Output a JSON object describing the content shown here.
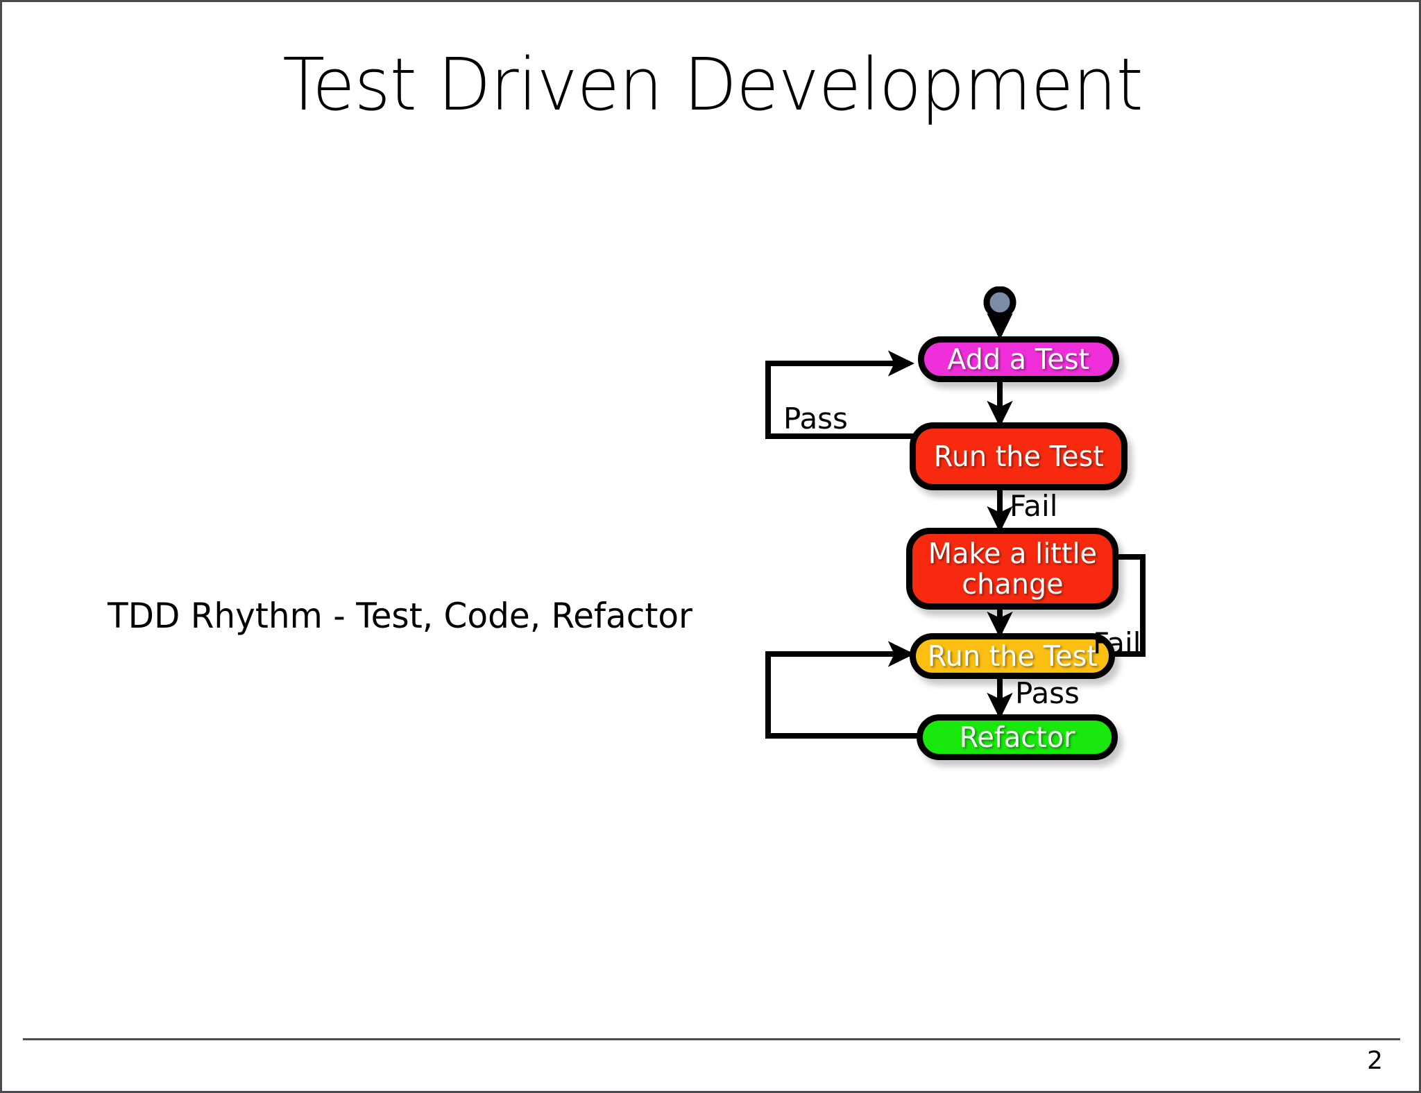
{
  "slide": {
    "title": "Test Driven Development",
    "caption": "TDD Rhythm - Test, Code, Refactor",
    "page_number": "2",
    "background_color": "#ffffff",
    "border_color": "#4a4a4f"
  },
  "diagram": {
    "type": "flowchart",
    "start_node": {
      "name": "start",
      "shape": "circle",
      "fill_color": "#7b8ca6",
      "stroke_color": "#000000"
    },
    "nodes": [
      {
        "id": "add-a-test",
        "label": "Add a Test",
        "fill_color": "#ee2fd9",
        "text_color": "#ffffff"
      },
      {
        "id": "run-the-test-1",
        "label": "Run the Test",
        "fill_color": "#f72a10",
        "text_color": "#ffffff"
      },
      {
        "id": "make-a-little-change",
        "label_line1": "Make a little",
        "label_line2": "change",
        "fill_color": "#f72a10",
        "text_color": "#ffffff"
      },
      {
        "id": "run-the-test-2",
        "label": "Run the Test",
        "fill_color": "#fbbf13",
        "text_color": "#ffffff"
      },
      {
        "id": "refactor",
        "label": "Refactor",
        "fill_color": "#19e80d",
        "text_color": "#ffffff"
      }
    ],
    "edges": [
      {
        "from": "start",
        "to": "add-a-test",
        "label": ""
      },
      {
        "from": "add-a-test",
        "to": "run-the-test-1",
        "label": ""
      },
      {
        "from": "run-the-test-1",
        "to": "add-a-test",
        "label": "Pass"
      },
      {
        "from": "run-the-test-1",
        "to": "make-a-little-change",
        "label": "Fail"
      },
      {
        "from": "make-a-little-change",
        "to": "run-the-test-2",
        "label": ""
      },
      {
        "from": "run-the-test-2",
        "to": "make-a-little-change",
        "label": "Fail"
      },
      {
        "from": "run-the-test-2",
        "to": "refactor",
        "label": "Pass"
      },
      {
        "from": "refactor",
        "to": "run-the-test-2",
        "label": ""
      }
    ],
    "labels": {
      "pass_top": "Pass",
      "fail_mid": "Fail",
      "fail_right": "Fail",
      "pass_bottom": "Pass"
    }
  }
}
